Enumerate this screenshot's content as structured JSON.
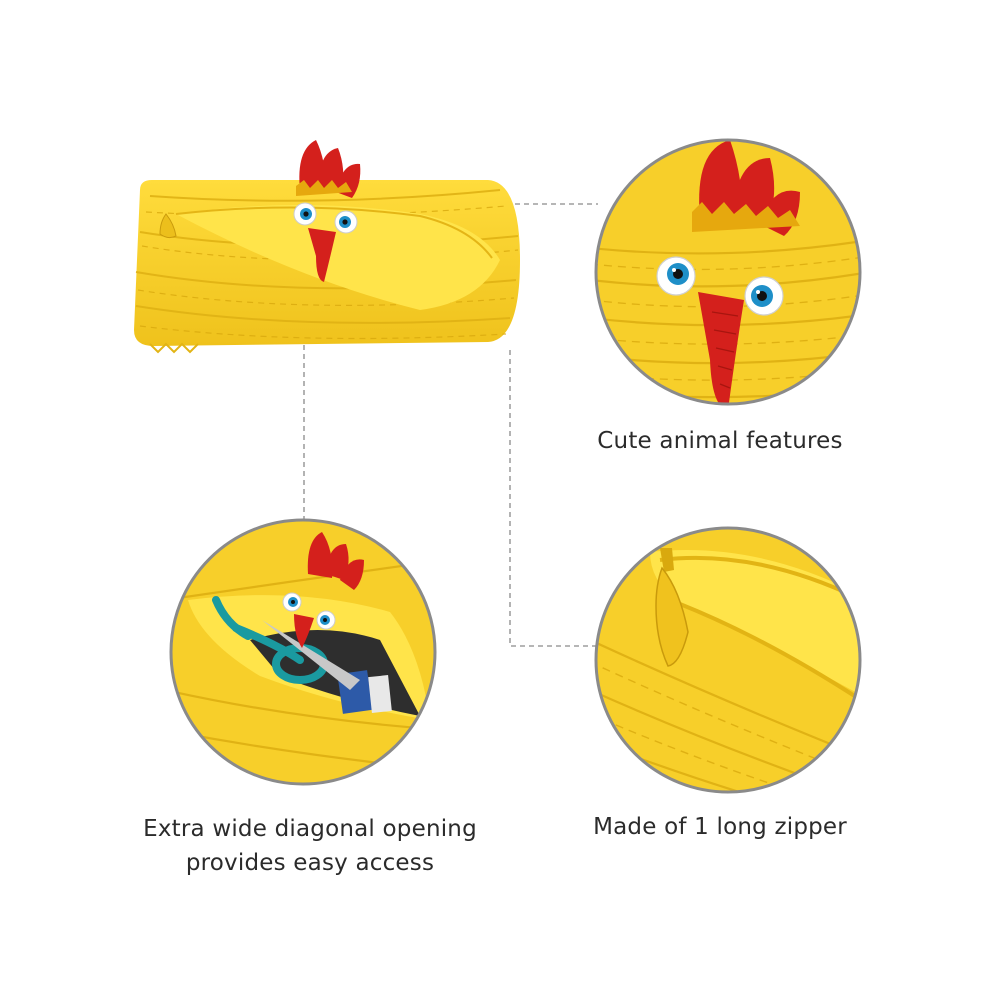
{
  "captions": {
    "features": "Cute animal features",
    "opening_line1": "Extra wide diagonal opening",
    "opening_line2": "provides easy access",
    "zipper": "Made of 1 long zipper"
  },
  "colors": {
    "pouch_yellow": "#f7cf2a",
    "pouch_shadow": "#e2b414",
    "inner_yellow": "#ffdf3a",
    "comb_red": "#d4201c",
    "eye_blue": "#1e8fc8",
    "circle_border": "#8a8a8a",
    "guide_line": "#8a8a8a",
    "text": "#2b2b2b"
  },
  "icons": {
    "main": "yellow-chicken-zipper-pouch",
    "detail_features": "chicken-face-closeup",
    "detail_opening": "pouch-open-with-scissors",
    "detail_zipper": "zipper-pull-closeup"
  }
}
